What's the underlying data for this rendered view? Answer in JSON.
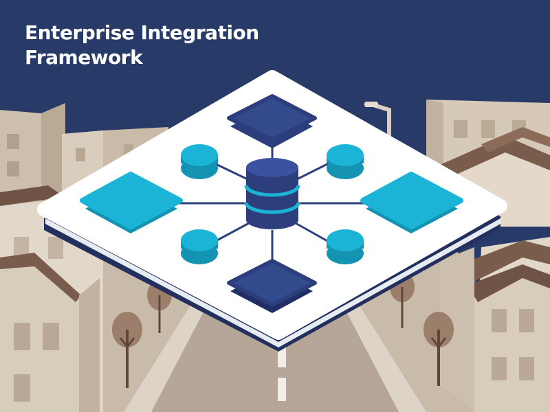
{
  "title": "Enterprise Integration Framework",
  "colors": {
    "sky": "#273a68",
    "platform": "#ffffff",
    "platform_edge": "#23305e",
    "hub_navy": "#2c3f7c",
    "node_cyan": "#1bb3d6",
    "building_light": "#e2d8ca",
    "building_mid": "#c7b9a6",
    "roof": "#7a5c4c",
    "road": "#b5a697",
    "tree": "#9b7f6a"
  },
  "diagram": {
    "hub": {
      "shape": "database-cylinder",
      "color": "navy"
    },
    "spokes": [
      {
        "id": "top",
        "shape": "square",
        "color": "navy"
      },
      {
        "id": "bottom",
        "shape": "square",
        "color": "navy"
      },
      {
        "id": "left",
        "shape": "square",
        "color": "cyan"
      },
      {
        "id": "right",
        "shape": "square",
        "color": "cyan"
      },
      {
        "id": "upper-left",
        "shape": "circle",
        "color": "cyan"
      },
      {
        "id": "upper-right",
        "shape": "circle",
        "color": "cyan"
      },
      {
        "id": "lower-left",
        "shape": "circle",
        "color": "cyan"
      },
      {
        "id": "lower-right",
        "shape": "circle",
        "color": "cyan"
      }
    ]
  }
}
